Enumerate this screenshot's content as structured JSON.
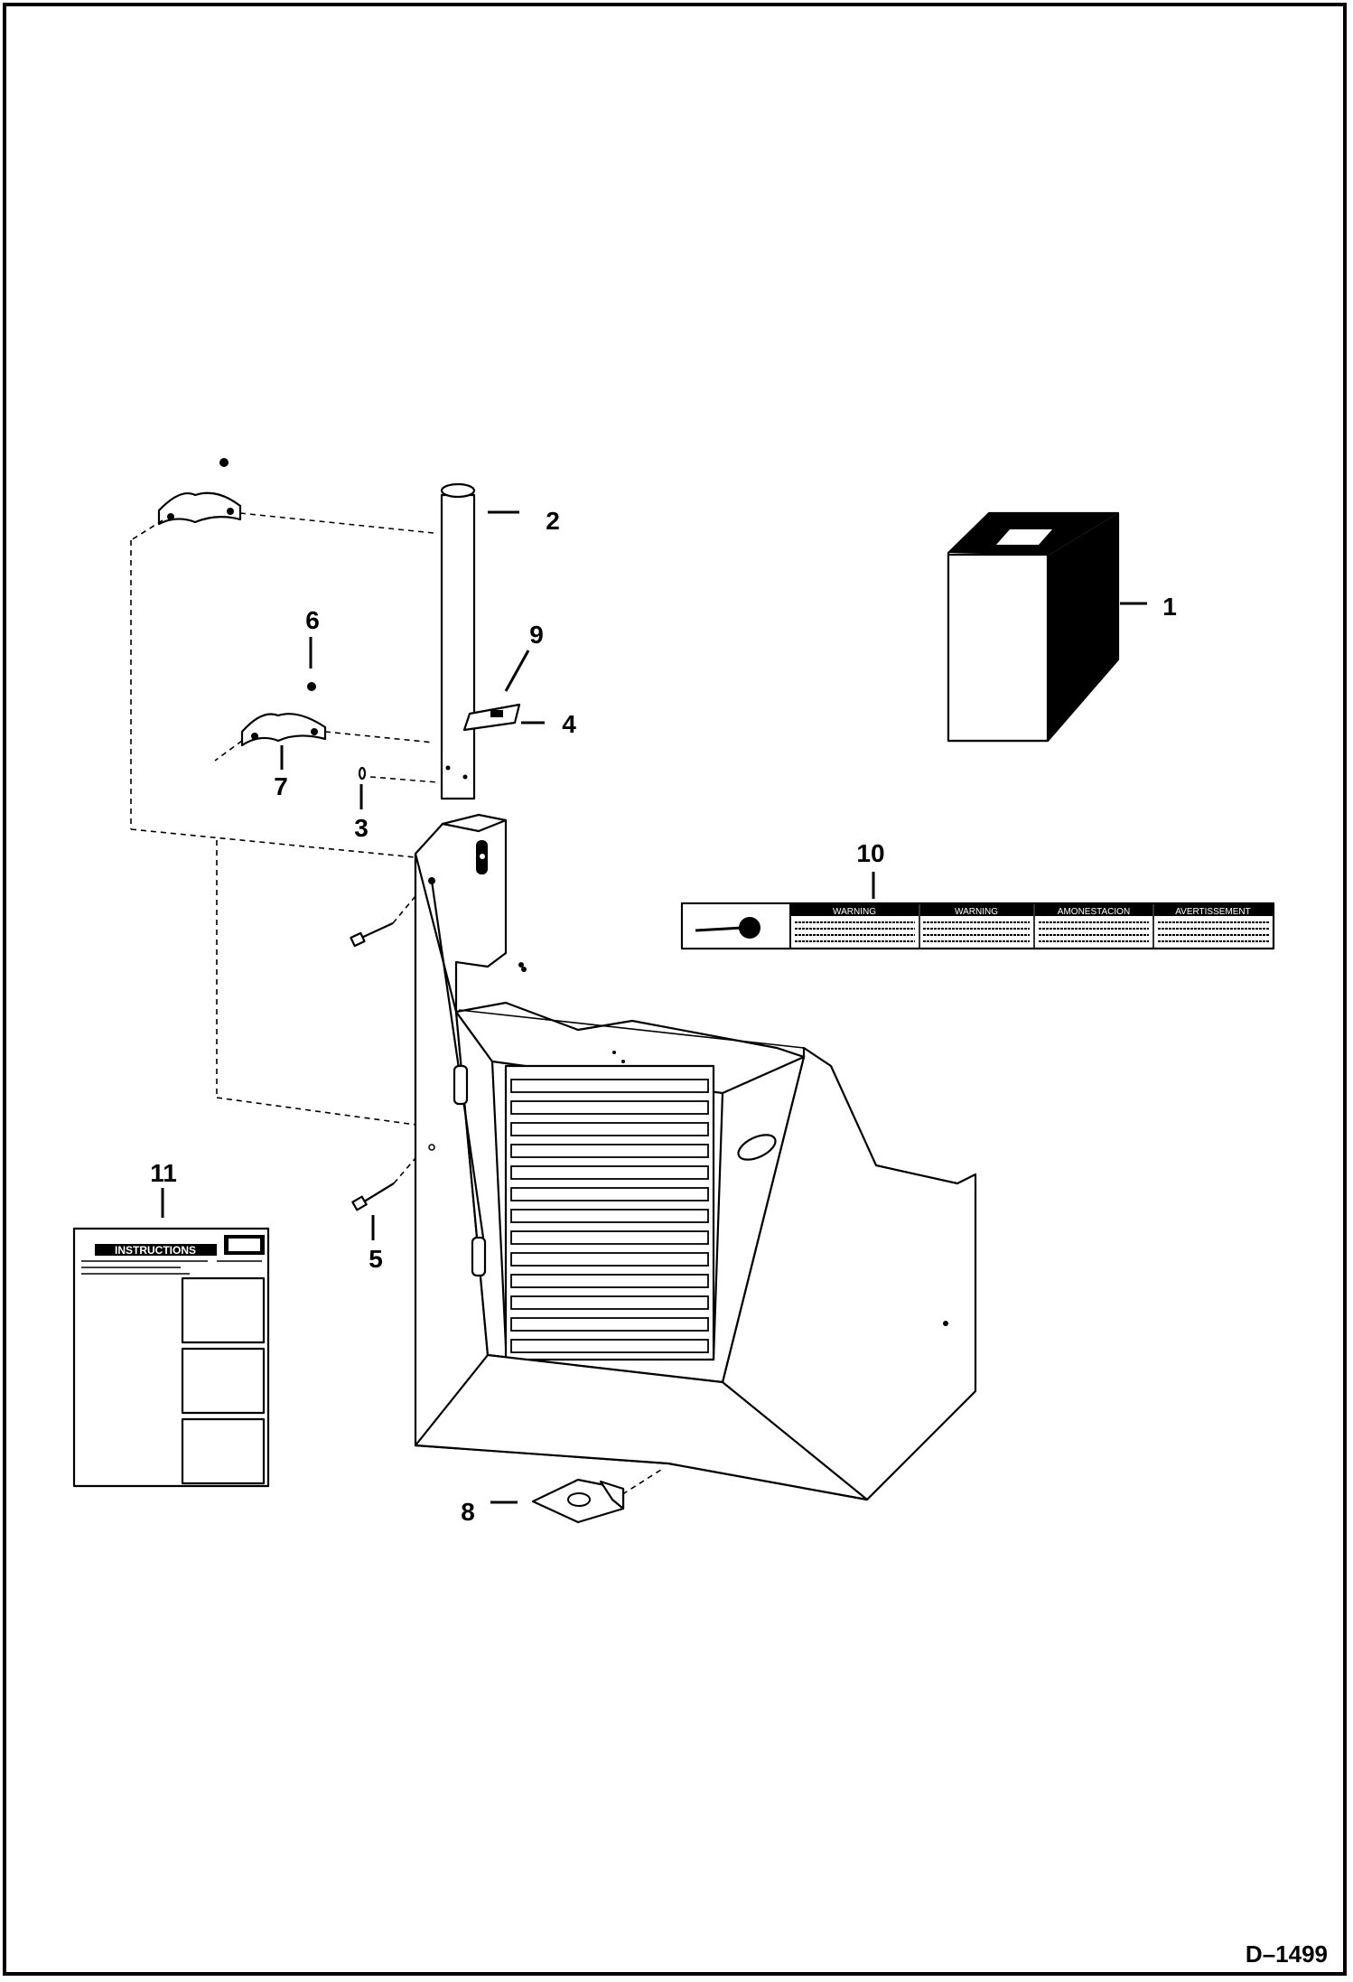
{
  "drawing_id": "D–1499",
  "callouts": {
    "c1": "1",
    "c2": "2",
    "c3": "3",
    "c4": "4",
    "c5": "5",
    "c6": "6",
    "c7": "7",
    "c8": "8",
    "c9": "9",
    "c10": "10",
    "c11": "11"
  },
  "decal": {
    "headings": [
      "WARNING",
      "WARNING",
      "AMONESTACION",
      "AVERTISSEMENT"
    ]
  },
  "instructions_sheet": {
    "title": "INSTRUCTIONS"
  }
}
